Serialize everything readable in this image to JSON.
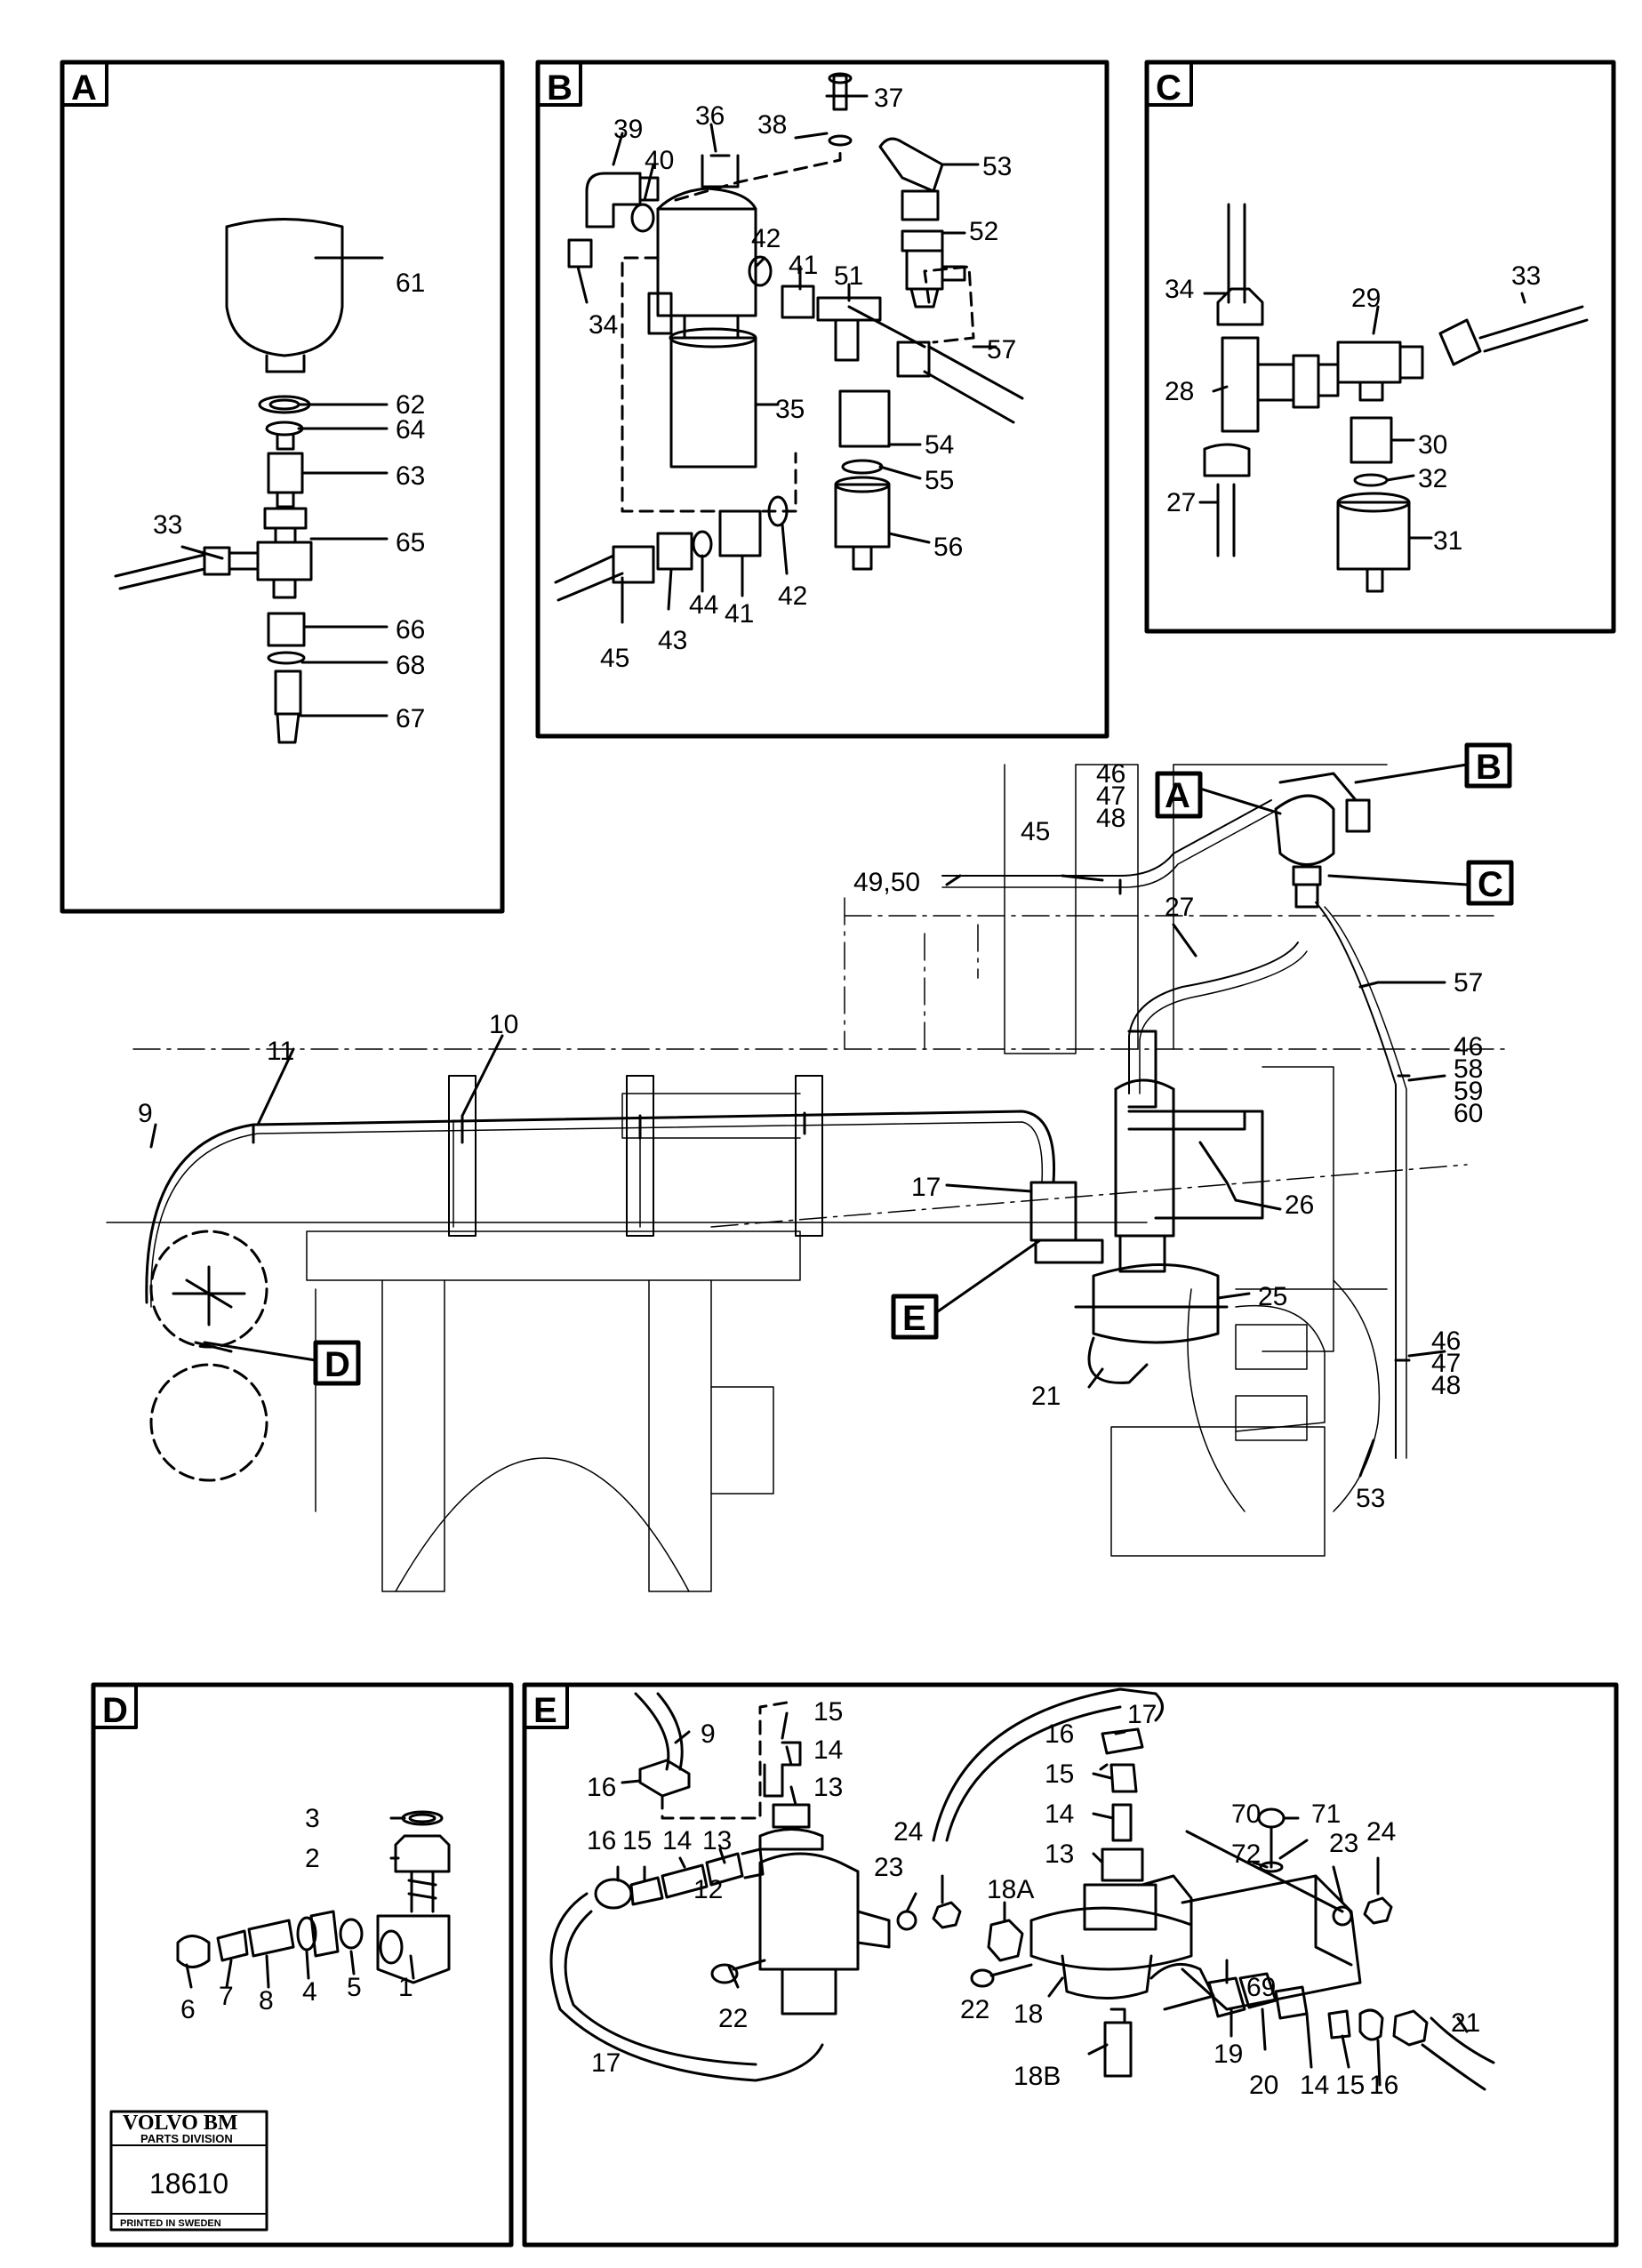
{
  "panels": {
    "A": {
      "tag": "A",
      "labels": [
        "61",
        "62",
        "64",
        "63",
        "33",
        "65",
        "66",
        "68",
        "67"
      ]
    },
    "B": {
      "tag": "B",
      "labels": [
        "37",
        "38",
        "36",
        "39",
        "40",
        "53",
        "52",
        "42",
        "41",
        "51",
        "34",
        "57",
        "35",
        "54",
        "55",
        "56",
        "45",
        "43",
        "44",
        "41",
        "42"
      ]
    },
    "C": {
      "tag": "C",
      "labels": [
        "34",
        "33",
        "29",
        "28",
        "30",
        "32",
        "27",
        "31"
      ]
    },
    "D": {
      "tag": "D",
      "labels": [
        "3",
        "2",
        "1",
        "6",
        "7",
        "8",
        "4",
        "5"
      ]
    },
    "E": {
      "tag": "E",
      "labels": [
        "9",
        "16",
        "15",
        "14",
        "13",
        "16",
        "15",
        "14",
        "13",
        "12",
        "22",
        "17",
        "23",
        "24",
        "17",
        "16",
        "15",
        "14",
        "13",
        "70",
        "71",
        "72",
        "23",
        "24",
        "18A",
        "22",
        "18",
        "69",
        "18B",
        "19",
        "20",
        "14",
        "15",
        "16",
        "21"
      ]
    }
  },
  "main": {
    "callouts": [
      "A",
      "B",
      "C",
      "D",
      "E"
    ],
    "labels": [
      "46",
      "47",
      "48",
      "45",
      "49,50",
      "27",
      "57",
      "46",
      "58",
      "59",
      "60",
      "11",
      "10",
      "9",
      "17",
      "26",
      "25",
      "21",
      "46",
      "47",
      "48",
      "53"
    ]
  },
  "logo": {
    "brand": "VOLVO BM",
    "division": "PARTS DIVISION",
    "number": "18610",
    "footer": "PRINTED IN SWEDEN"
  }
}
